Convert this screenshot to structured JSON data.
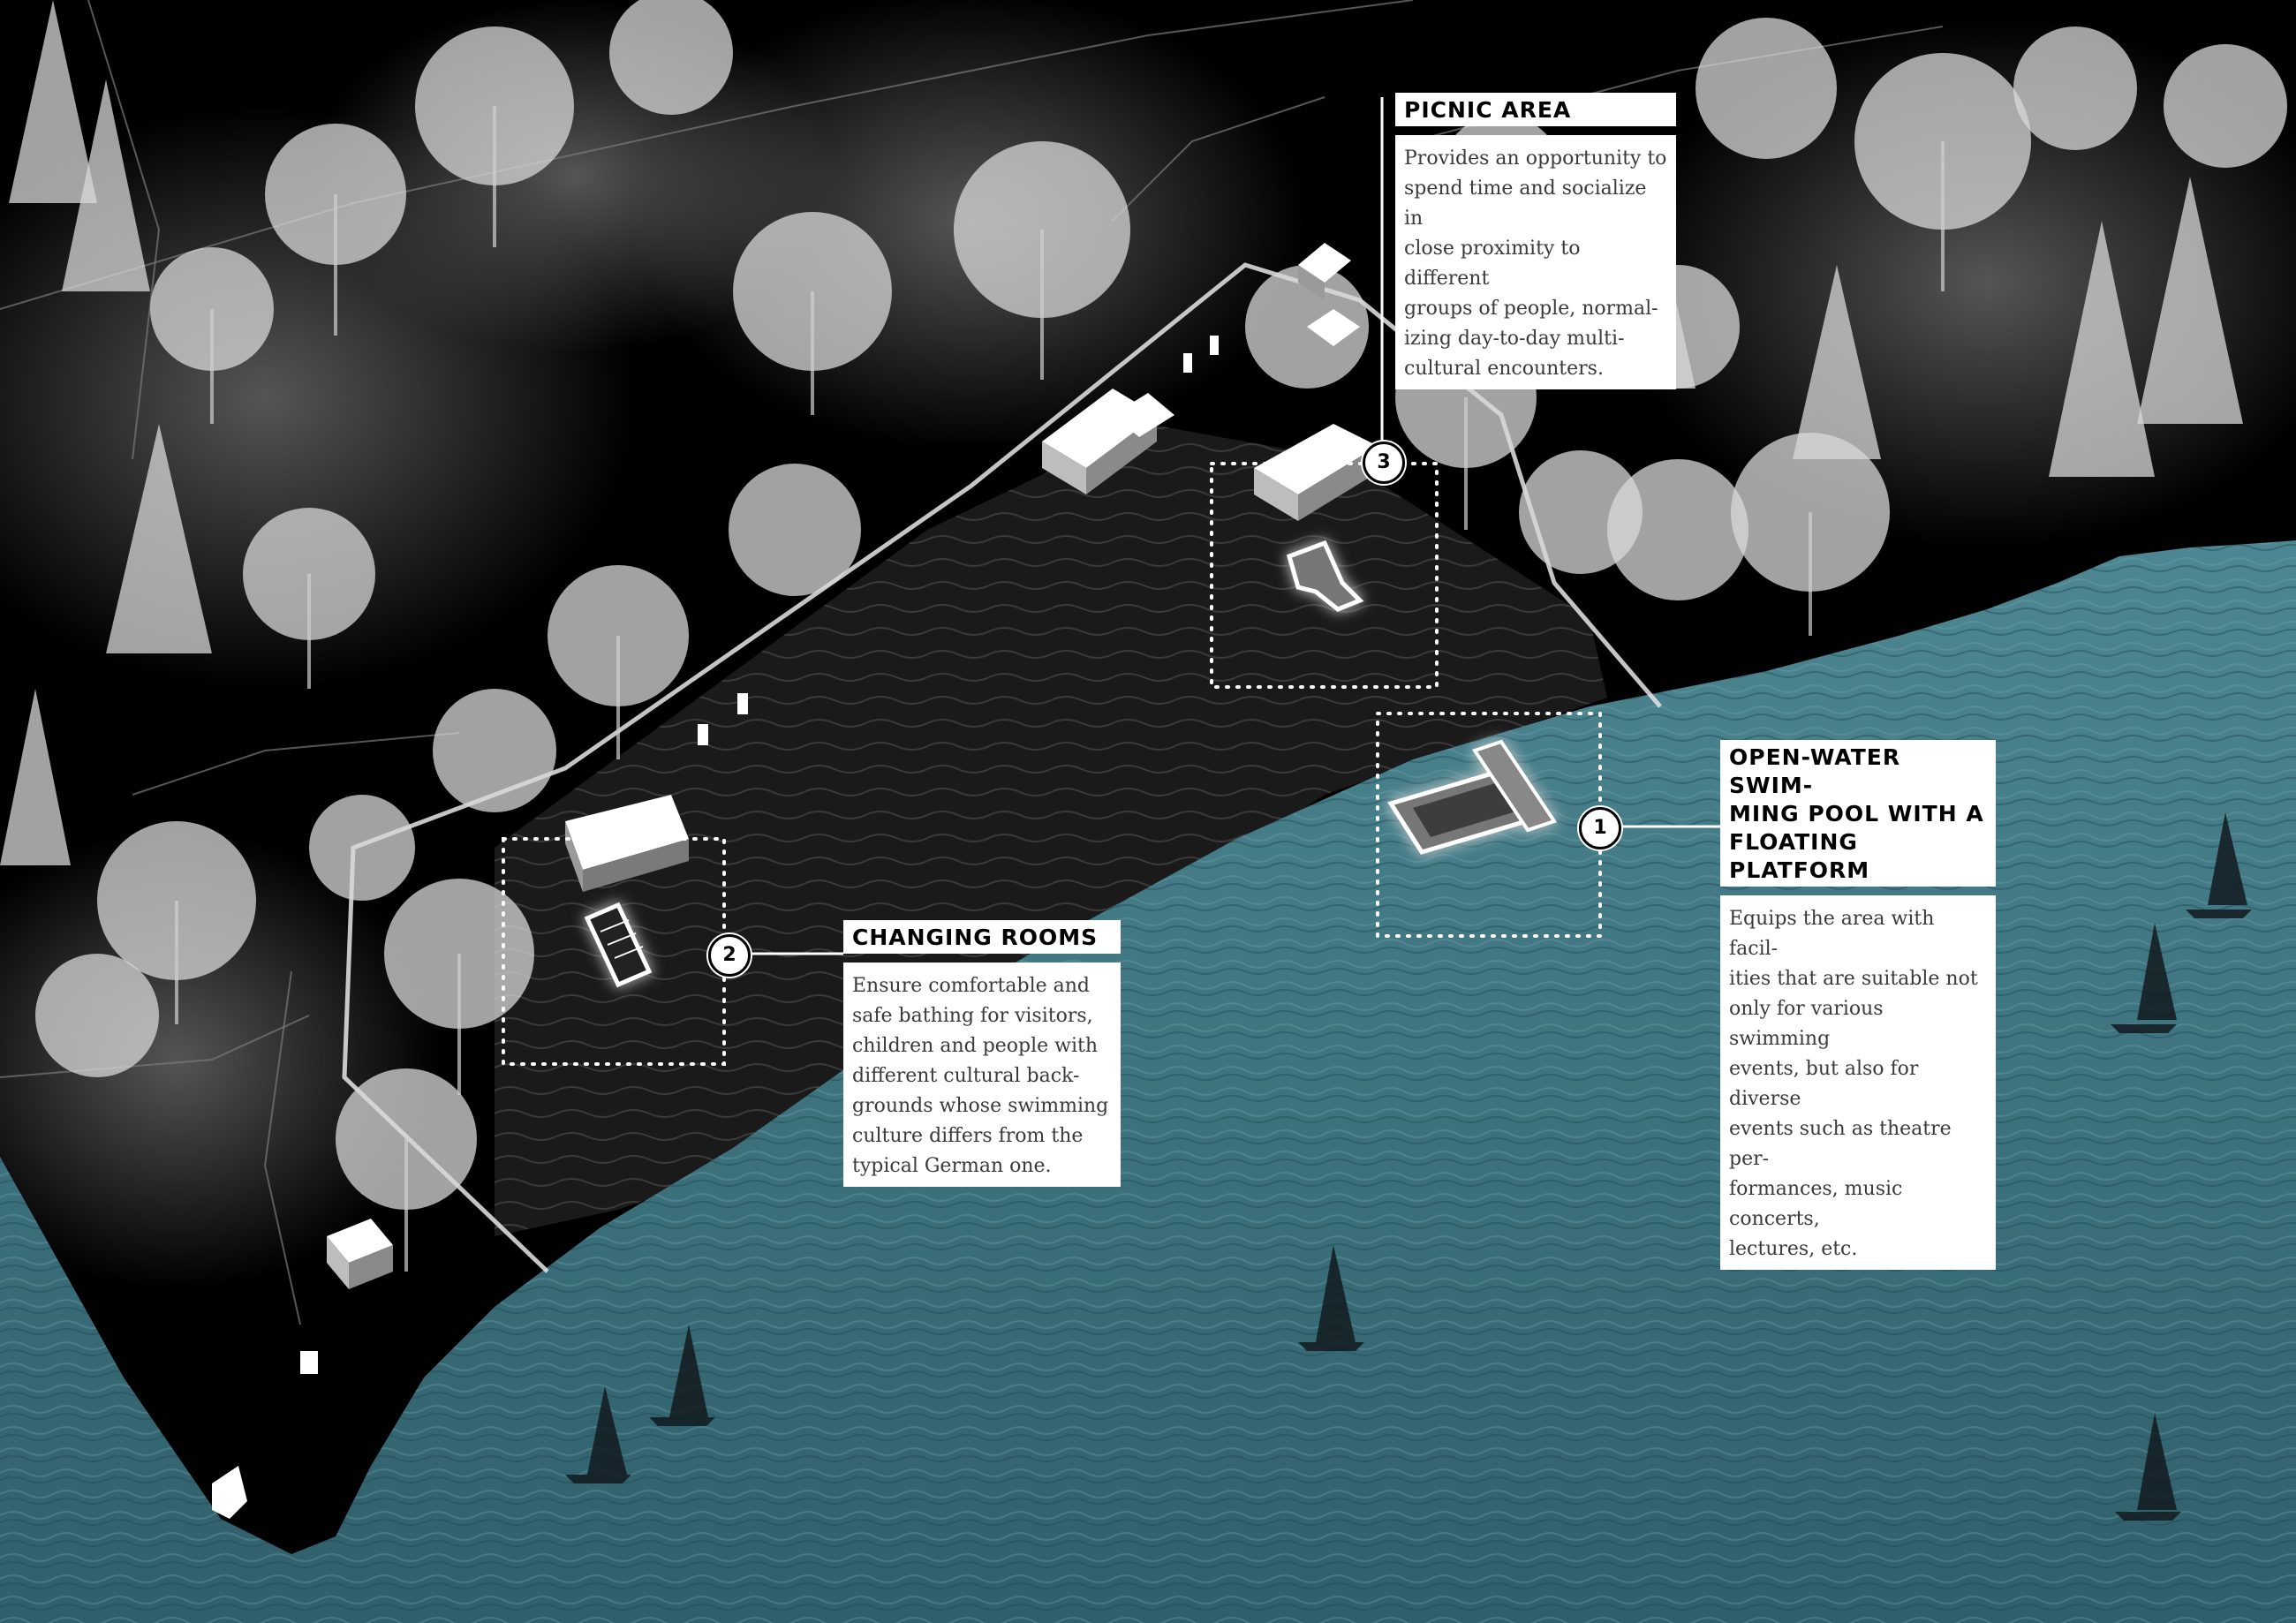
{
  "points": [
    {
      "number": "1",
      "title": "OPEN-WATER SWIM-\nMING POOL WITH A\nFLOATING PLATFORM",
      "description": "Equips the area with facil-\nities that are suitable not\nonly for various swimming\nevents, but also for diverse\nevents such as theatre per-\nformances, music concerts,\nlectures, etc."
    },
    {
      "number": "2",
      "title": "CHANGING ROOMS",
      "description": "Ensure comfortable and\nsafe bathing for visitors,\nchildren and people with\ndifferent cultural back-\ngrounds whose swimming\nculture differs from the\ntypical German one."
    },
    {
      "number": "3",
      "title": "PICNIC AREA",
      "description": "Provides an opportunity to\nspend time and socialize in\nclose proximity to different\ngroups of people, normal-\nizing day-to-day multi-\ncultural encounters."
    }
  ],
  "colors": {
    "water": "#3f7480",
    "land": "#000000",
    "beach": "#1c1c1c",
    "label_bg": "#ffffff"
  }
}
